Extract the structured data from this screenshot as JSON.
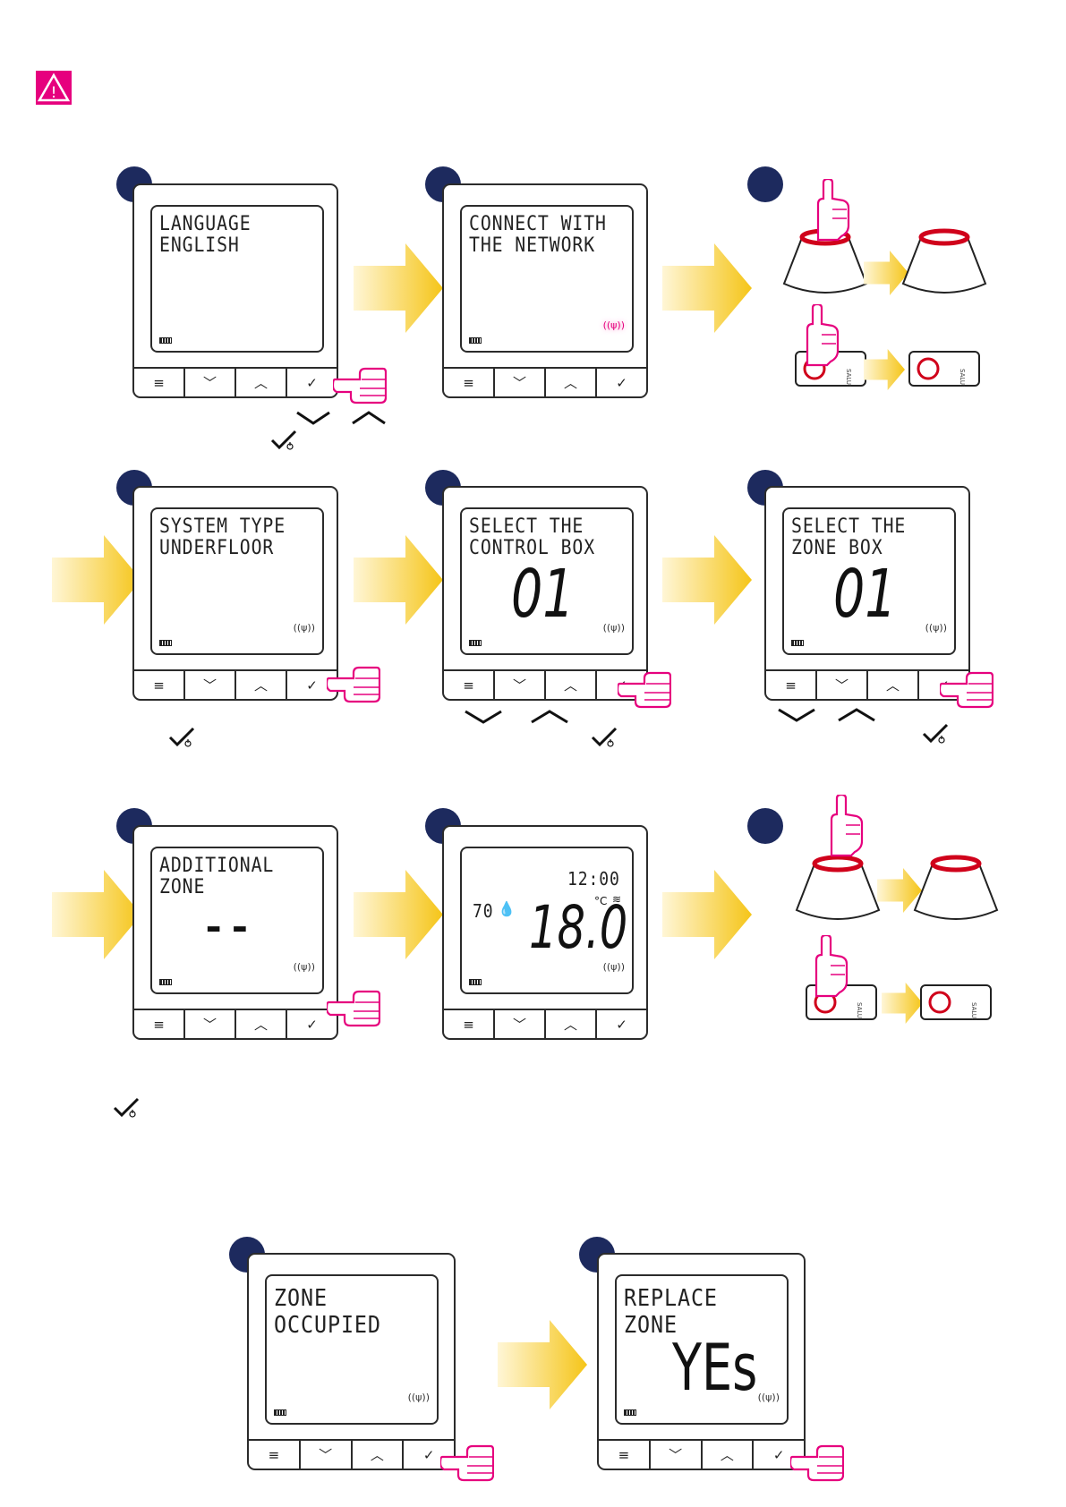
{
  "icons": {
    "warning": "warning-triangle-icon",
    "confirm": "check-power-icon",
    "down": "chevron-down-icon",
    "up": "chevron-up-icon",
    "menu": "menu-icon",
    "signal": "wireless-signal-icon",
    "battery": "battery-icon",
    "hand": "pointing-hand-icon"
  },
  "colors": {
    "accent": "#e6007e",
    "step_badge": "#1d2a5e",
    "arrow": "#f5c518",
    "gateway_ring": "#d0021b"
  },
  "buttons": {
    "menu": "≡",
    "down": "﹀",
    "up": "︿",
    "confirm": "✓"
  },
  "screens": {
    "s1": {
      "line1": "LANGUAGE",
      "line2": "ENGLISH"
    },
    "s2": {
      "line1": "CONNECT WITH",
      "line2": "THE NETWORK"
    },
    "s4": {
      "line1": "SYSTEM TYPE",
      "line2": "UNDERFLOOR"
    },
    "s5": {
      "line1": "SELECT THE",
      "line2": "CONTROL BOX",
      "value": "01"
    },
    "s6": {
      "line1": "SELECT THE",
      "line2": "ZONE BOX",
      "value": "01"
    },
    "s7": {
      "line1": "ADDITIONAL",
      "line2": "ZONE",
      "value": "– –"
    },
    "s8": {
      "time": "12:00",
      "humidity": "70",
      "temp": "18.0",
      "unit": "°C"
    },
    "s10": {
      "line1": "ZONE",
      "line2": "OCCUPIED"
    },
    "s11": {
      "line1": "REPLACE",
      "line2": "ZONE",
      "value": "YEs"
    }
  },
  "gateway_brand": "SALUS"
}
